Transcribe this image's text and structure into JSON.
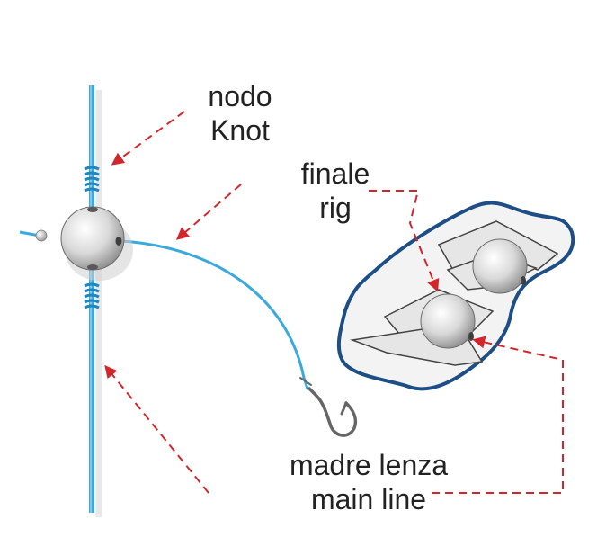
{
  "labels": {
    "knot": {
      "line1": "nodo",
      "line2": "Knot"
    },
    "rig": {
      "line1": "finale",
      "line2": "rig"
    },
    "main_line": {
      "line1": "madre lenza",
      "line2": "main line"
    }
  },
  "icons": {
    "bead": "bead-icon",
    "hook": "fishing-hook-icon",
    "holder": "bead-holder-tray-icon",
    "arrow": "arrow-icon"
  },
  "colors": {
    "line": "#3aa9de",
    "line_dark": "#1f86bf",
    "arrow": "#d2262c",
    "holder_outline": "#1d4f86",
    "holder_fill": "#f3f3f3",
    "text": "#222222"
  }
}
